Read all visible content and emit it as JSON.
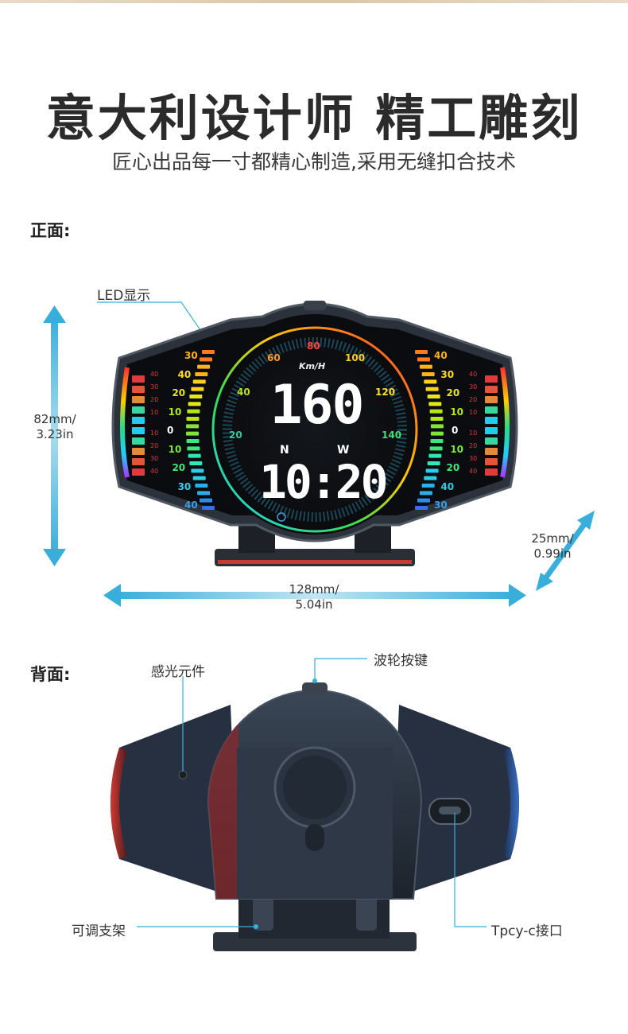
{
  "header": {
    "title": "意大利设计师 精工雕刻",
    "subtitle": "匠心出品每一寸都精心制造,采用无缝扣合技术"
  },
  "front": {
    "label": "正面:",
    "callout_led": "LED显示",
    "speed": "160",
    "unit": "Km/H",
    "compass_left": "N",
    "compass_right": "W",
    "time": "10:20",
    "scale_ticks": [
      "20",
      "40",
      "60",
      "80",
      "100",
      "120",
      "140"
    ],
    "left_bar_labels": [
      "30",
      "40",
      "20",
      "10",
      "0",
      "10",
      "20",
      "30",
      "40"
    ],
    "right_bar_labels": [
      "40",
      "30",
      "20",
      "10",
      "0",
      "10",
      "20",
      "40",
      "30"
    ],
    "small_left_labels": [
      "40",
      "30",
      "20",
      "10",
      "10",
      "20",
      "30",
      "40"
    ],
    "small_right_labels": [
      "40",
      "30",
      "20",
      "10",
      "10",
      "20",
      "30",
      "40"
    ]
  },
  "dimensions": {
    "height_mm": "82mm/",
    "height_in": "3.23in",
    "width_mm": "128mm/",
    "width_in": "5.04in",
    "depth_mm": "25mm/",
    "depth_in": "0.99in"
  },
  "back": {
    "label": "背面:",
    "callout_sensor": "感光元件",
    "callout_wheel": "波轮按键",
    "callout_stand": "可调支架",
    "callout_port": "Tpcy-c接口"
  },
  "colors": {
    "accent_blue": "#3ab0d6",
    "device_dark": "#2b3038",
    "back_red": "#b8302f",
    "back_blue": "#2f5da8"
  }
}
